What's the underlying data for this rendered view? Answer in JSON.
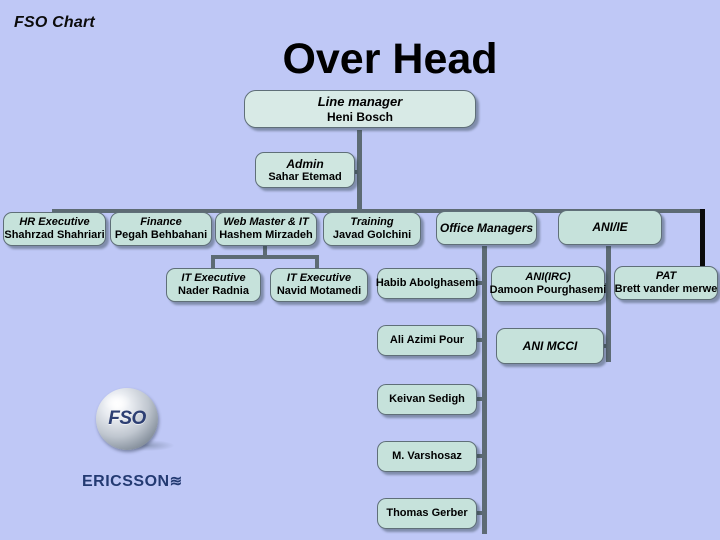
{
  "header": {
    "kicker": "FSO Chart",
    "title": "Over Head"
  },
  "colors": {
    "background": "#bfc8f6",
    "node_fill": "#c6e2db",
    "node_border": "#5f6f78",
    "connector": "#5d6b74",
    "connector_accent": "#0a0a0a",
    "logo_text": "#233a72"
  },
  "logo": {
    "sphere_label": "FSO",
    "wordmark": "ERICSSON",
    "wave_glyph": "≋"
  },
  "org": {
    "root": {
      "role": "Line manager",
      "person": "Heni Bosch"
    },
    "assistant": {
      "role": "Admin",
      "person": "Sahar Etemad"
    },
    "departments": [
      {
        "role": "HR Executive",
        "person": "Shahrzad Shahriari"
      },
      {
        "role": "Finance",
        "person": "Pegah Behbahani"
      },
      {
        "role": "Web Master & IT",
        "person": "Hashem Mirzadeh"
      },
      {
        "role": "Training",
        "person": "Javad Golchini"
      },
      {
        "role": "Office Managers",
        "person": ""
      },
      {
        "role": "ANI/IE",
        "person": ""
      },
      {
        "role": "PAT",
        "person": "Brett vander merwe"
      }
    ],
    "it_team": [
      {
        "role": "IT Executive",
        "person": "Nader Radnia"
      },
      {
        "role": "IT Executive",
        "person": "Navid Motamedi"
      }
    ],
    "office_managers": [
      {
        "person": "Habib Abolghasemi"
      },
      {
        "person": "Ali Azimi Pour"
      },
      {
        "person": "Keivan Sedigh"
      },
      {
        "person": "M. Varshosaz"
      },
      {
        "person": "Thomas Gerber"
      }
    ],
    "ani_team": [
      {
        "role": "ANI(IRC)",
        "person": "Damoon Pourghasemi"
      },
      {
        "role": "ANI MCCI",
        "person": ""
      }
    ]
  }
}
